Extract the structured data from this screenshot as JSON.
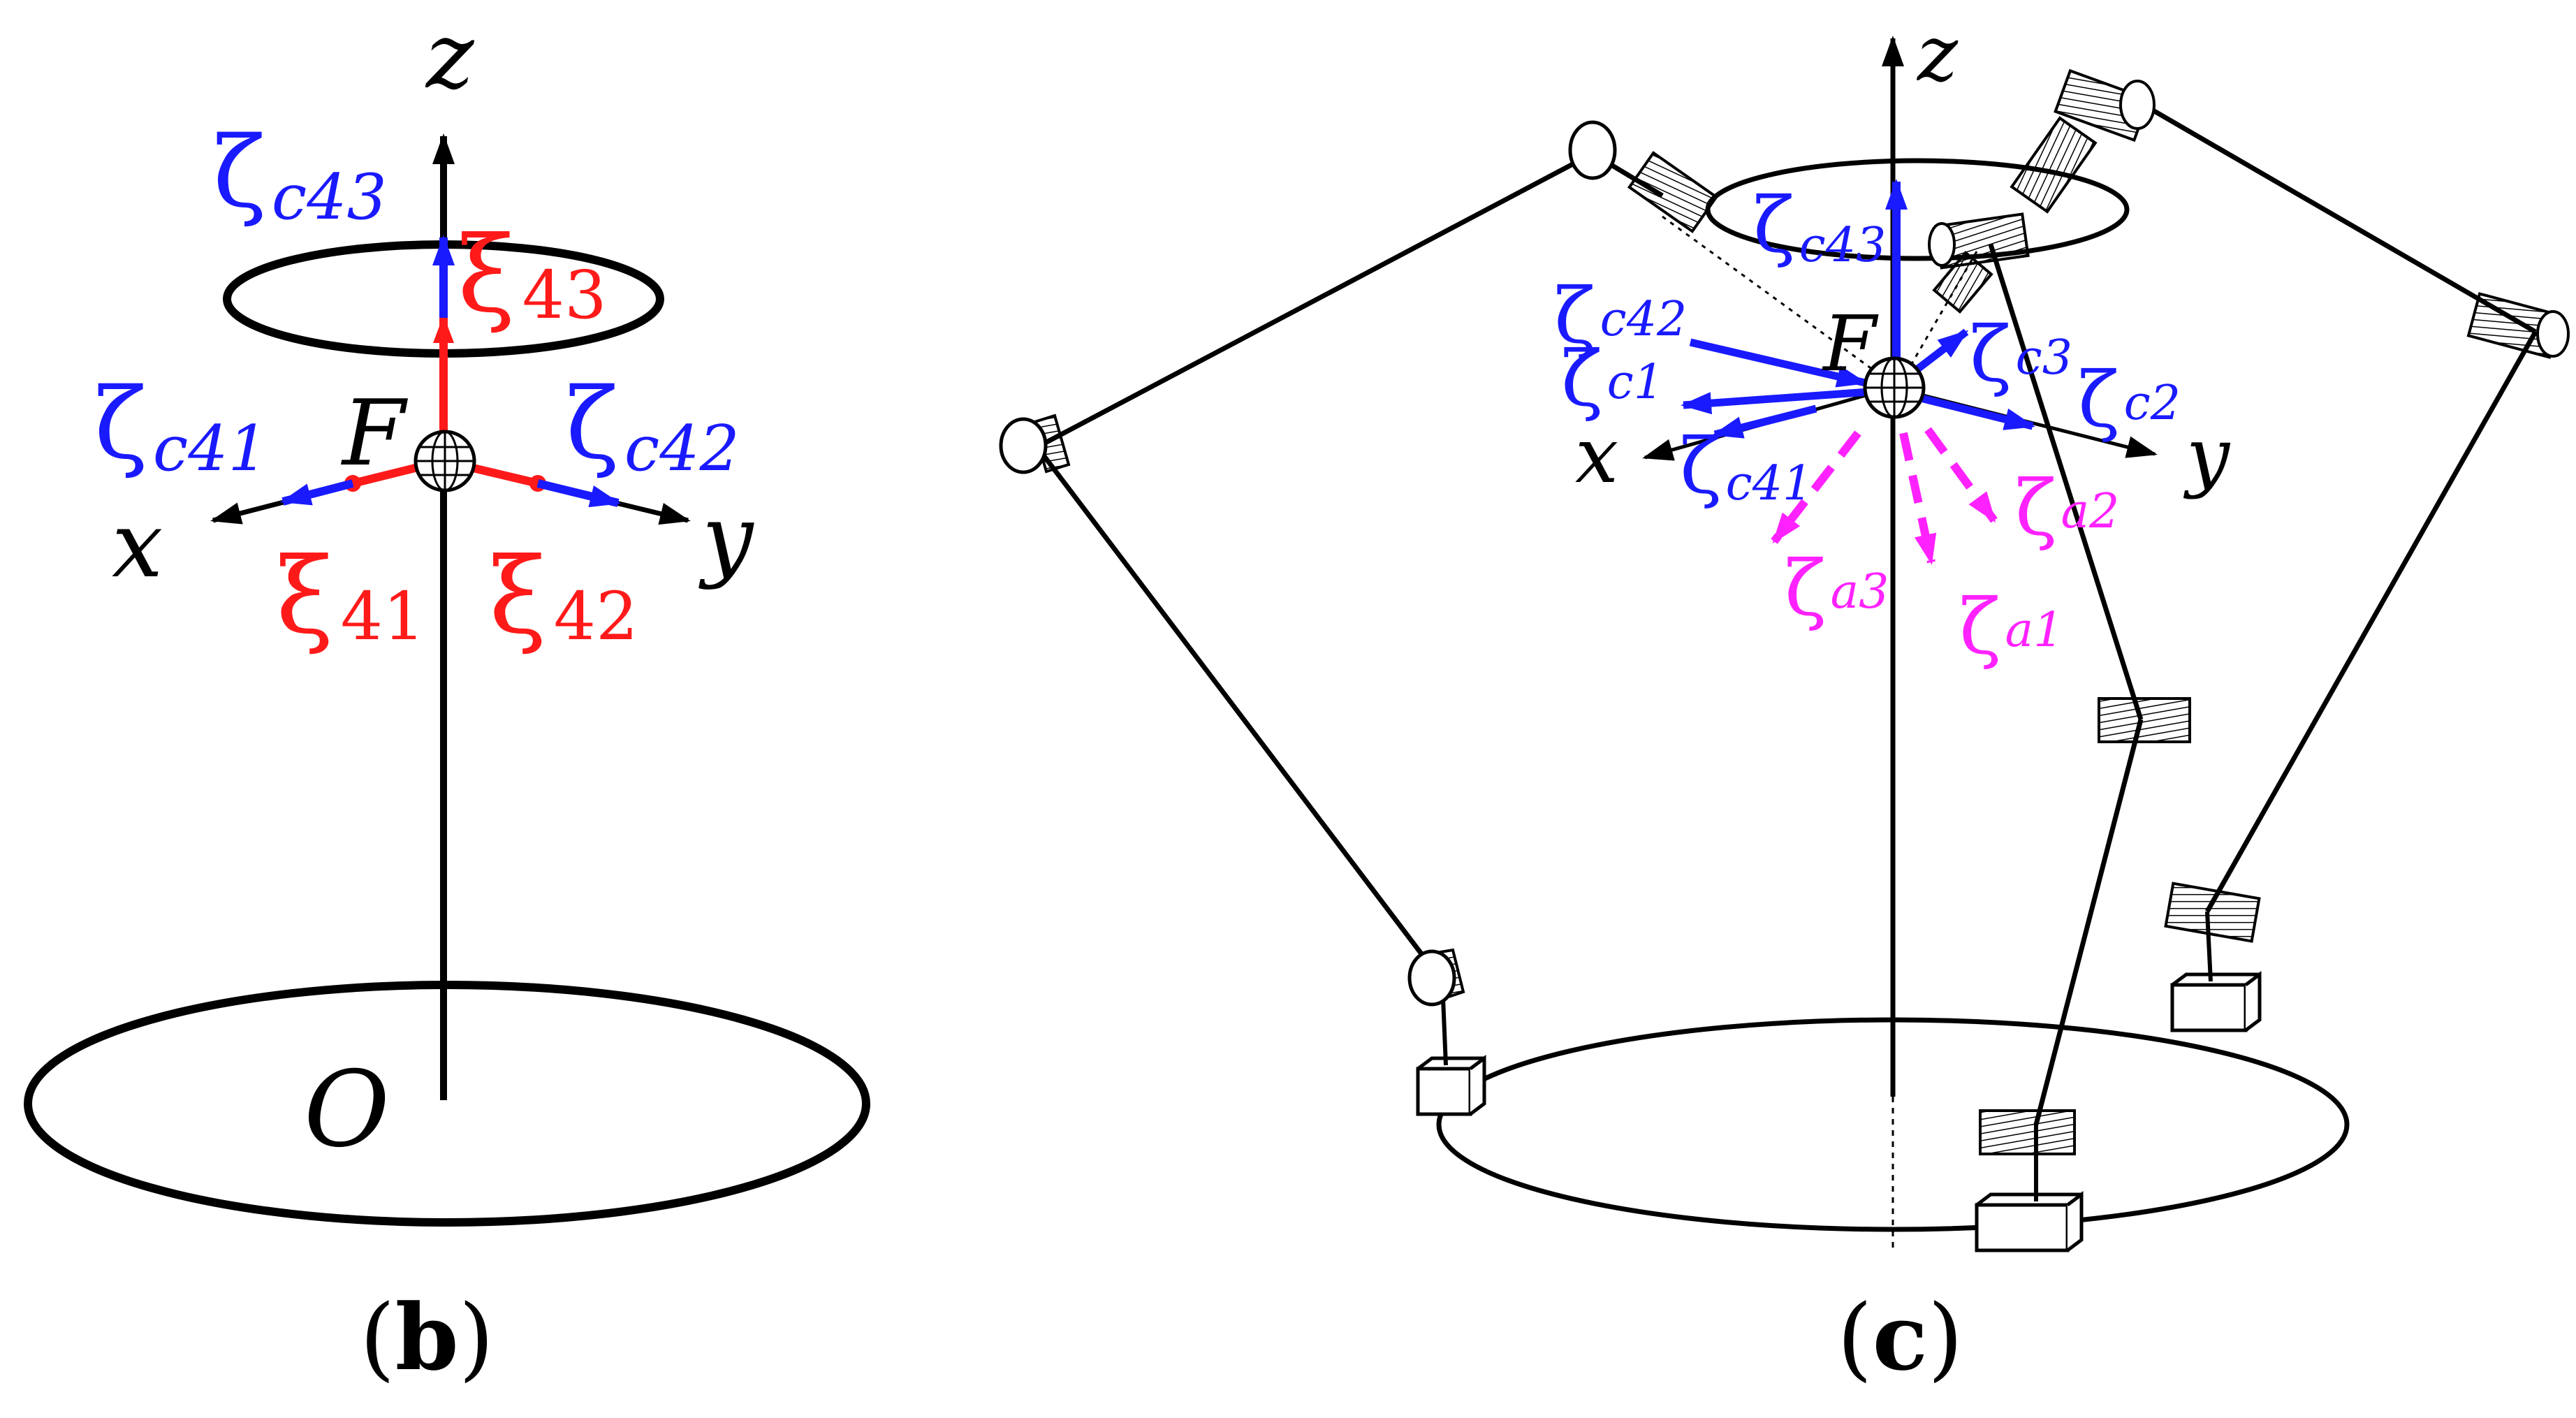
{
  "colors": {
    "blue": "#1a1aff",
    "red": "#ff1a1a",
    "magenta": "#ff22ff",
    "black": "#000000"
  },
  "panel_b": {
    "caption_letter": "b",
    "axis_z": "z",
    "axis_x": "x",
    "axis_y": "y",
    "point_F": "F",
    "point_O": "O",
    "zeta_c43": {
      "sym": "ζ",
      "sub": "c43"
    },
    "zeta_c41": {
      "sym": "ζ",
      "sub": "c41"
    },
    "zeta_c42": {
      "sym": "ζ",
      "sub": "c42"
    },
    "xi_43": {
      "sym": "ξ",
      "sub": "43"
    },
    "xi_41": {
      "sym": "ξ",
      "sub": "41"
    },
    "xi_42": {
      "sym": "ξ",
      "sub": "42"
    }
  },
  "panel_c": {
    "caption_letter": "c",
    "axis_z": "z",
    "axis_x": "x",
    "axis_y": "y",
    "point_F": "F",
    "zeta_c43": {
      "sym": "ζ",
      "sub": "c43"
    },
    "zeta_c42": {
      "sym": "ζ",
      "sub": "c42"
    },
    "zeta_c1": {
      "sym": "ζ",
      "sub": "c1"
    },
    "zeta_c41": {
      "sym": "ζ",
      "sub": "c41"
    },
    "zeta_c3": {
      "sym": "ζ",
      "sub": "c3"
    },
    "zeta_c2": {
      "sym": "ζ",
      "sub": "c2"
    },
    "zeta_a2": {
      "sym": "ζ",
      "sub": "a2"
    },
    "zeta_a3": {
      "sym": "ζ",
      "sub": "a3"
    },
    "zeta_a1": {
      "sym": "ζ",
      "sub": "a1"
    }
  }
}
